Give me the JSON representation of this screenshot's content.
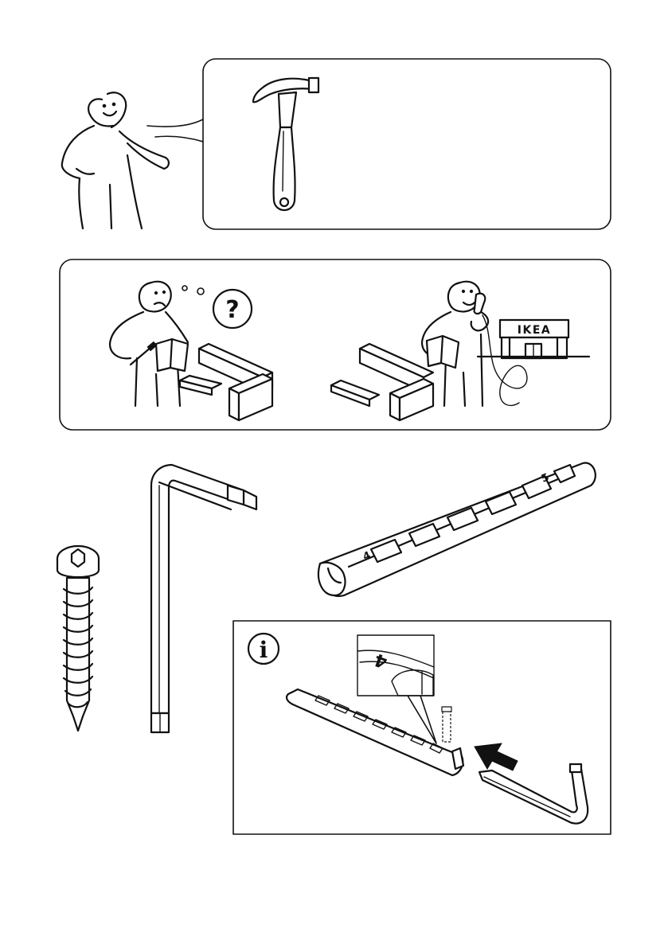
{
  "help_panel": {
    "question_mark": "?",
    "store_sign": "IKEA"
  },
  "strip_markings": {
    "large_strip_number_left": "4",
    "large_strip_number_right": "5",
    "detail_number": "4"
  },
  "info_panel": {
    "info_symbol": "i"
  }
}
